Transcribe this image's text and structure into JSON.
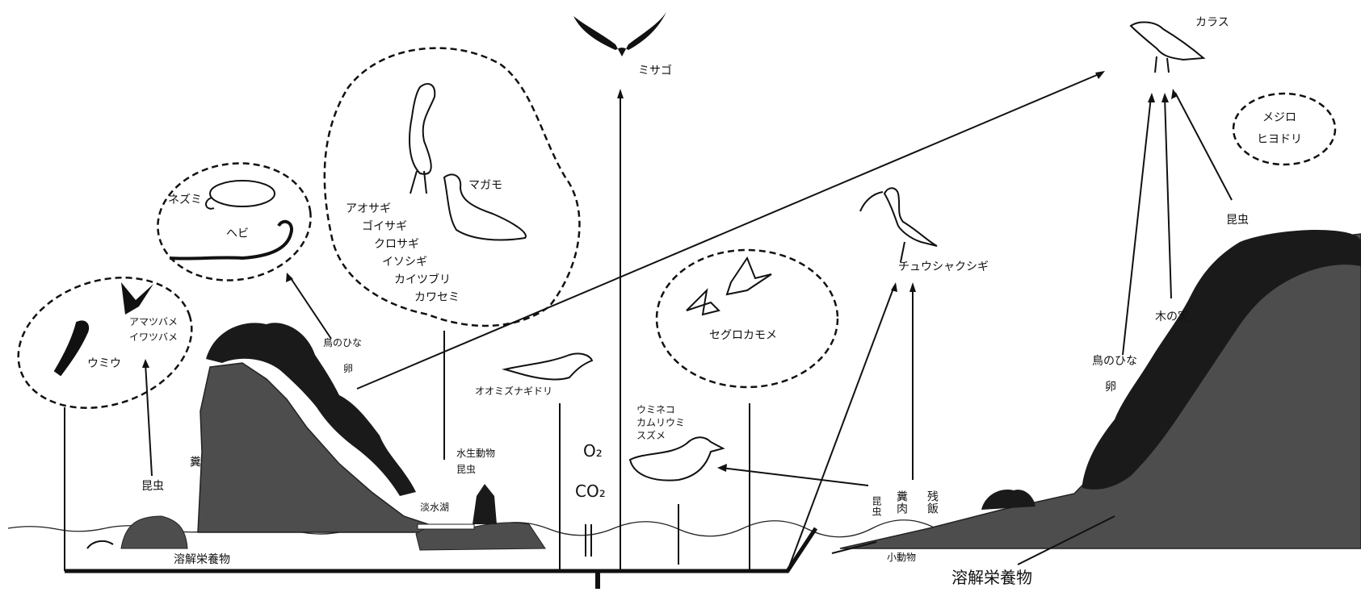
{
  "labels": {
    "misago": "ミサゴ",
    "karasu": "カラス",
    "mejiro": "メジロ",
    "hiyodori": "ヒヨドリ",
    "konchu_right": "昆虫",
    "kinomi": "木の実",
    "tori_hina_right": "鳥のひな",
    "tori_hina_right_2": "卵",
    "churu": "チュウシャクシギ",
    "segurokamome": "セグロカモメ",
    "umineko_group": [
      "ウミネコ",
      "カムリウミ",
      "スズメ"
    ],
    "oomizunagidori": "オオミズナギドリ",
    "suisei": "水生動物",
    "konchu_pond": "昆虫",
    "tansuiko": "淡水湖",
    "o2": "O₂",
    "co2": "CO₂",
    "nezumi": "ネズミ",
    "hebi": "ヘビ",
    "tori_hina_left": "鳥のひな",
    "tori_hina_left_2": "卵",
    "heron_group": [
      "アオサギ",
      "ゴイサギ",
      "クロサギ",
      "イソシギ",
      "カイツブリ",
      "カワセミ"
    ],
    "magamo": "マガモ",
    "amatsubame": "アマツバメ",
    "iwatsubame": "イワツバメ",
    "umiu": "ウミウ",
    "konchu_left": "昆虫",
    "fun_left": "糞",
    "yokai_left": "溶解栄養物",
    "yokai_right": "溶解栄養物",
    "konchu_shore": "昆虫",
    "fun_shore": "糞肉",
    "zanshi": "残飯",
    "small_animals": "小動物"
  },
  "colors": {
    "ink": "#111111",
    "land": "#4d4d4d",
    "foliage": "#1a1a1a"
  }
}
